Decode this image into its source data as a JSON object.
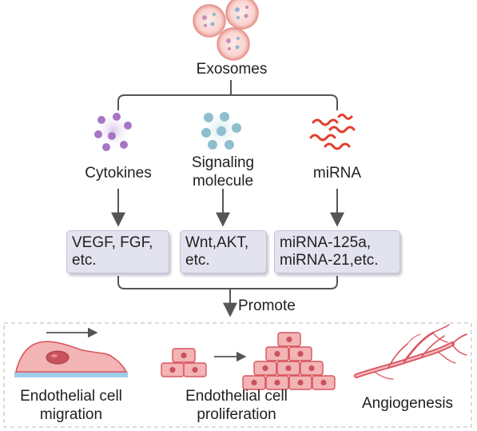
{
  "source": {
    "label": "Exosomes"
  },
  "branches": [
    {
      "name": "Cytokines",
      "icon": "purple-particles-icon",
      "proteins": [
        "VEGF, FGF,",
        "etc."
      ]
    },
    {
      "name": [
        "Signaling",
        "molecule"
      ],
      "icon": "blue-particles-icon",
      "proteins": [
        "Wnt,AKT,",
        "etc."
      ]
    },
    {
      "name": "miRNA",
      "icon": "red-rna-strands-icon",
      "proteins": [
        "miRNA-125a,",
        "miRNA-21,etc."
      ]
    }
  ],
  "effect": {
    "label": "Promote"
  },
  "outcomes": [
    {
      "label": [
        "Endothelial cell",
        "migration"
      ],
      "icon": "migrating-cell-icon"
    },
    {
      "label": [
        "Endothelial cell",
        "proliferation"
      ],
      "icon": "proliferating-cells-icon"
    },
    {
      "label": [
        "Angiogenesis"
      ],
      "icon": "blood-vessel-icon"
    }
  ],
  "colors": {
    "line": "#555555",
    "protein_box": "#e3e3ef",
    "cell": "#f2b4b4",
    "nucleus": "#c9525c",
    "vessel": "#d9545f",
    "particle_purple": "#a675c4",
    "particle_blue": "#8fbfcf",
    "rna": "#e0402d",
    "substrate": "#9fcde8",
    "outcome_border": "#c8c8c8"
  }
}
